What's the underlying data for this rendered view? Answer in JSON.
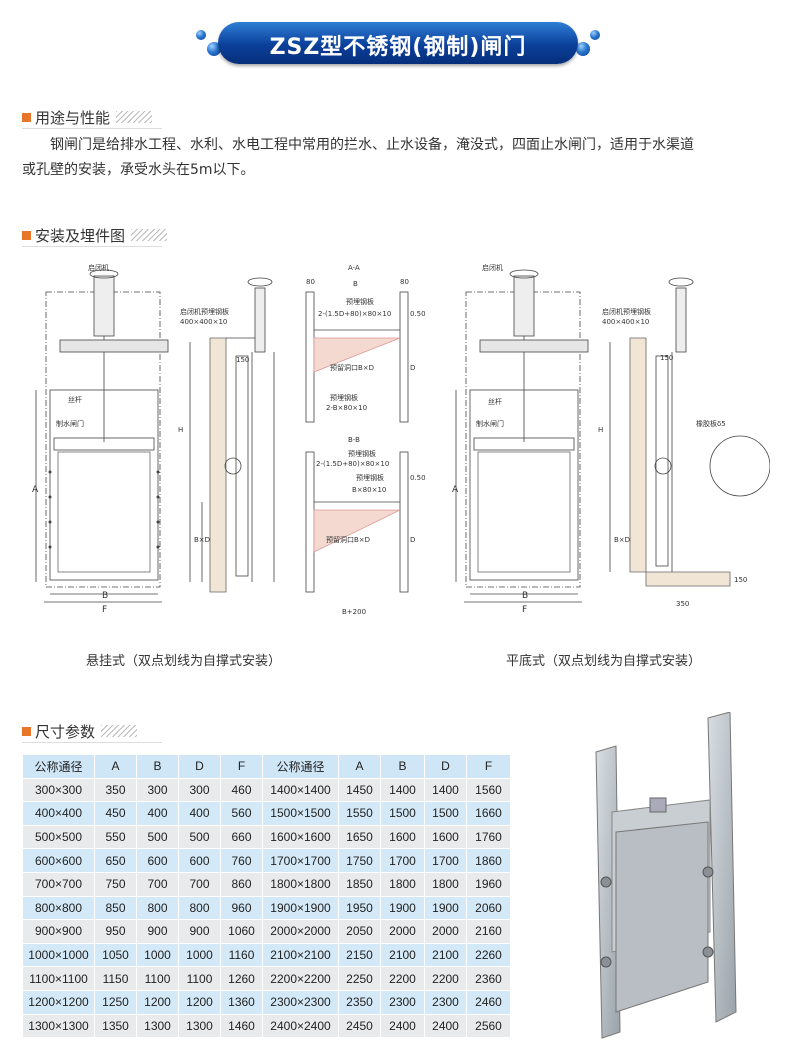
{
  "banner": {
    "title": "ZSZ型不锈钢(钢制)闸门"
  },
  "section_usage": {
    "title": "用途与性能",
    "paragraph_line1": "钢闸门是给排水工程、水利、水电工程中常用的拦水、止水设备，淹没式，四面止水闸门，适用于水渠道",
    "paragraph_line2": "或孔壁的安装，承受水头在5m以下。"
  },
  "section_install": {
    "title": "安装及埋件图",
    "caption_left": "悬挂式（双点划线为自撑式安装）",
    "caption_right": "平底式（双点划线为自撑式安装）",
    "labels": {
      "hoist": "启闭机",
      "hoist_plate": "启闭机预埋钢板",
      "plate_size": "400×400×10",
      "screw": "丝杆",
      "gate": "制水闸门",
      "rubber": "橡胶板δ5",
      "embed_plate": "预埋钢板",
      "spec_top": "2-(1.5D+80)×80×10",
      "spec_bottom": "2-B×80×10",
      "spec_bd": "B×80×10",
      "opening": "预留洞口B×D",
      "opening2": "预留洞口B×D",
      "aa": "A-A",
      "bb": "B-B",
      "dim_b": "B",
      "dim_d": "D",
      "dim_f": "F",
      "dim_h": "H",
      "dim_a": "A",
      "dim_bxd": "B×D",
      "dim_150": "150",
      "dim_350": "350",
      "dim_80": "80",
      "dim_050": "0.50",
      "dim_b200": "B+200"
    }
  },
  "section_size": {
    "title": "尺寸参数",
    "headers": [
      "公称通径",
      "A",
      "B",
      "D",
      "F",
      "公称通径",
      "A",
      "B",
      "D",
      "F"
    ],
    "rows": [
      [
        "300×300",
        "350",
        "300",
        "300",
        "460",
        "1400×1400",
        "1450",
        "1400",
        "1400",
        "1560"
      ],
      [
        "400×400",
        "450",
        "400",
        "400",
        "560",
        "1500×1500",
        "1550",
        "1500",
        "1500",
        "1660"
      ],
      [
        "500×500",
        "550",
        "500",
        "500",
        "660",
        "1600×1600",
        "1650",
        "1600",
        "1600",
        "1760"
      ],
      [
        "600×600",
        "650",
        "600",
        "600",
        "760",
        "1700×1700",
        "1750",
        "1700",
        "1700",
        "1860"
      ],
      [
        "700×700",
        "750",
        "700",
        "700",
        "860",
        "1800×1800",
        "1850",
        "1800",
        "1800",
        "1960"
      ],
      [
        "800×800",
        "850",
        "800",
        "800",
        "960",
        "1900×1900",
        "1950",
        "1900",
        "1900",
        "2060"
      ],
      [
        "900×900",
        "950",
        "900",
        "900",
        "1060",
        "2000×2000",
        "2050",
        "2000",
        "2000",
        "2160"
      ],
      [
        "1000×1000",
        "1050",
        "1000",
        "1000",
        "1160",
        "2100×2100",
        "2150",
        "2100",
        "2100",
        "2260"
      ],
      [
        "1100×1100",
        "1150",
        "1100",
        "1100",
        "1260",
        "2200×2200",
        "2250",
        "2200",
        "2200",
        "2360"
      ],
      [
        "1200×1200",
        "1250",
        "1200",
        "1200",
        "1360",
        "2300×2300",
        "2350",
        "2300",
        "2300",
        "2460"
      ],
      [
        "1300×1300",
        "1350",
        "1300",
        "1300",
        "1460",
        "2400×2400",
        "2450",
        "2400",
        "2400",
        "2560"
      ]
    ]
  },
  "colors": {
    "banner": "#0b3f9a",
    "accent": "#e8762a",
    "header_row": "#cfe6f6"
  }
}
